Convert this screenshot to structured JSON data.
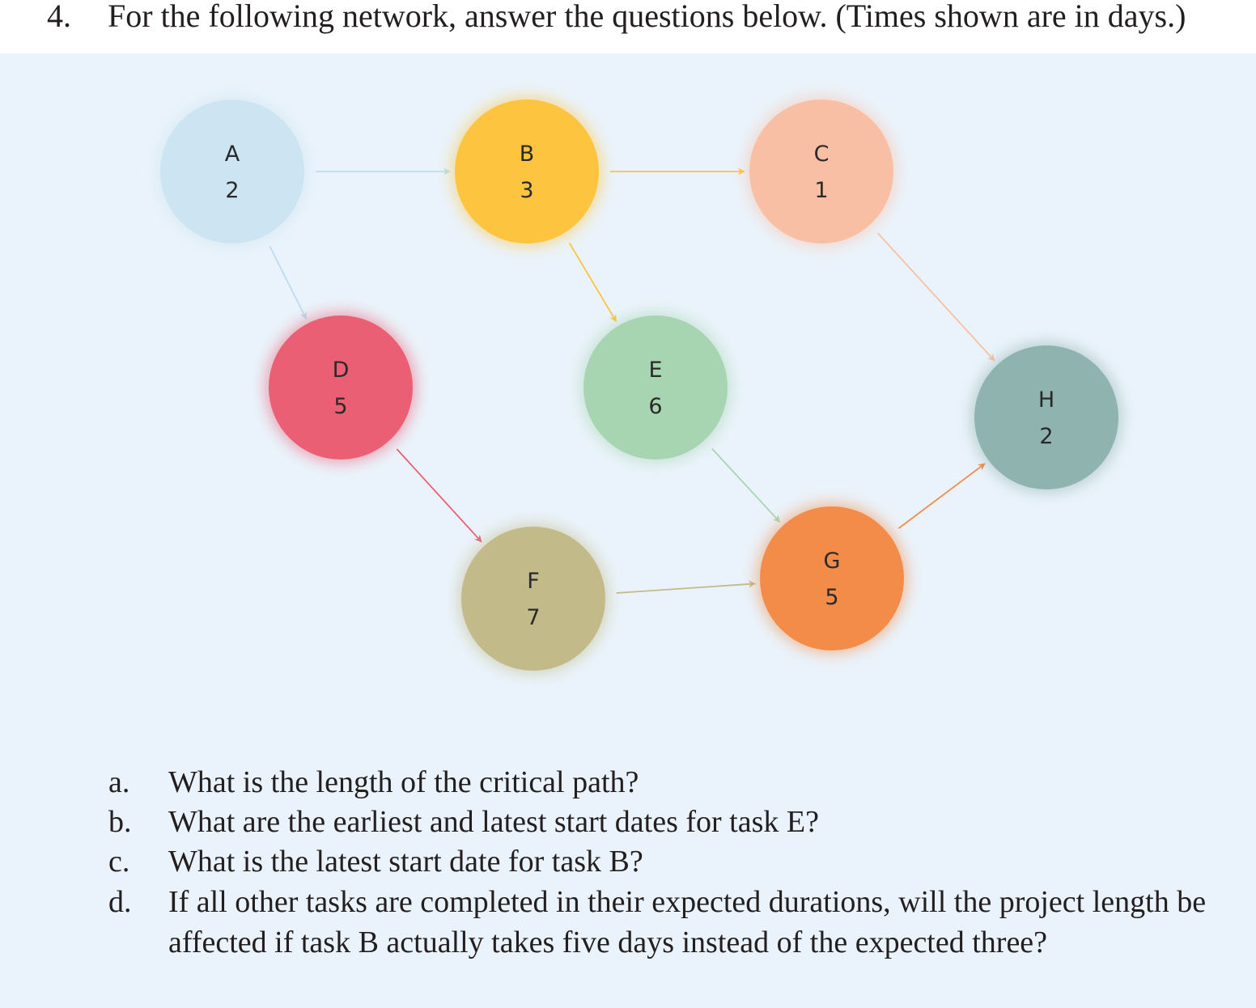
{
  "question": {
    "number": "4.",
    "prompt": "For the following network, answer the questions below. (Times shown are in days.)"
  },
  "network": {
    "nodes": [
      {
        "id": "A",
        "duration": "2",
        "color": "#cde4f2"
      },
      {
        "id": "B",
        "duration": "3",
        "color": "#fdc43f"
      },
      {
        "id": "C",
        "duration": "1",
        "color": "#f9bfa4"
      },
      {
        "id": "D",
        "duration": "5",
        "color": "#ea5f73"
      },
      {
        "id": "E",
        "duration": "6",
        "color": "#a8d5b1"
      },
      {
        "id": "F",
        "duration": "7",
        "color": "#c2ba88"
      },
      {
        "id": "G",
        "duration": "5",
        "color": "#f28c48"
      },
      {
        "id": "H",
        "duration": "2",
        "color": "#8fb3af"
      }
    ],
    "edges": [
      {
        "from": "A",
        "to": "B",
        "color": "#bcdcef"
      },
      {
        "from": "A",
        "to": "D",
        "color": "#bcdcef"
      },
      {
        "from": "B",
        "to": "C",
        "color": "#fdc43f"
      },
      {
        "from": "B",
        "to": "E",
        "color": "#fdc43f"
      },
      {
        "from": "C",
        "to": "H",
        "color": "#f9bfa4"
      },
      {
        "from": "D",
        "to": "F",
        "color": "#ea5f73"
      },
      {
        "from": "E",
        "to": "G",
        "color": "#a8d5b1"
      },
      {
        "from": "F",
        "to": "G",
        "color": "#c2ba88"
      },
      {
        "from": "G",
        "to": "H",
        "color": "#f28c48"
      }
    ]
  },
  "sub_questions": [
    {
      "letter": "a.",
      "text": "What is the length of the critical path?"
    },
    {
      "letter": "b.",
      "text": "What are the earliest and latest start dates for task E?"
    },
    {
      "letter": "c.",
      "text": "What is the latest start date for task B?"
    },
    {
      "letter": "d.",
      "text": "If all other tasks are completed in their expected durations, will the project length be affected if task B actually takes five days instead of the expected three?"
    }
  ]
}
